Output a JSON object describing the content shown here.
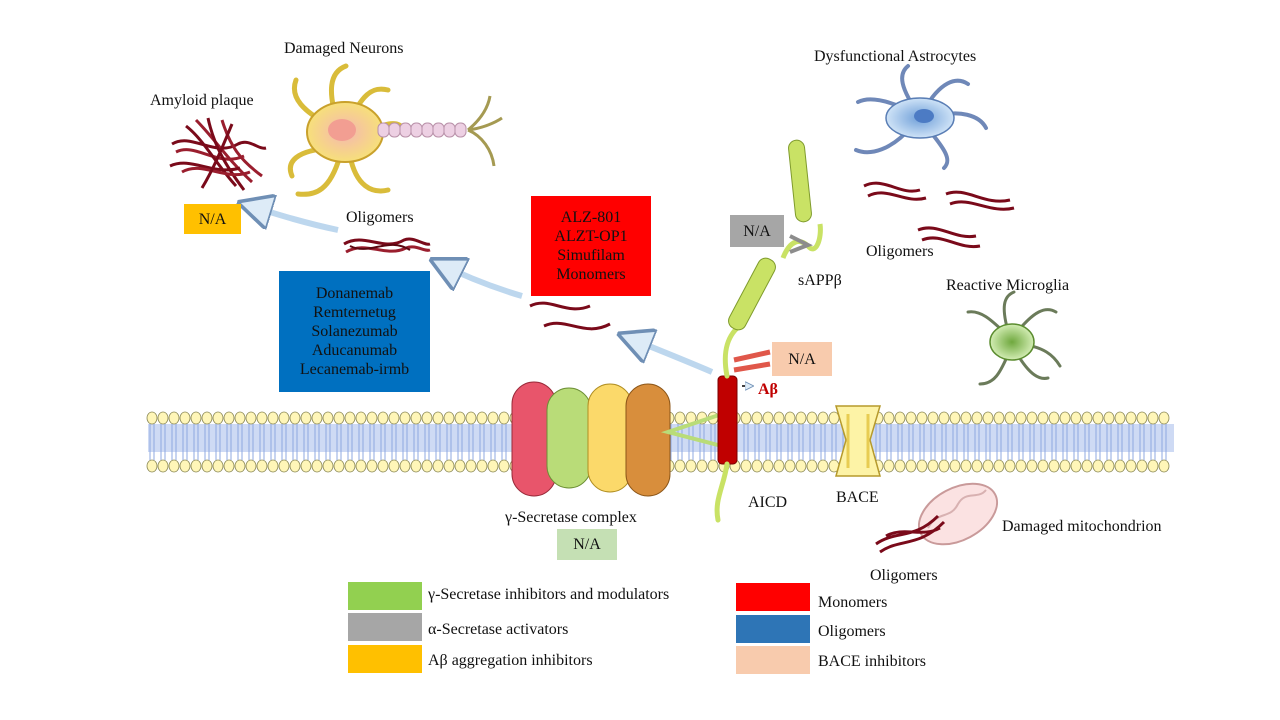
{
  "labels": {
    "damaged_neurons": "Damaged Neurons",
    "amyloid_plaque": "Amyloid plaque",
    "oligomers_top": "Oligomers",
    "dysfunctional_astrocytes": "Dysfunctional Astrocytes",
    "oligomers_astro": "Oligomers",
    "sappb": "sAPPβ",
    "reactive_microglia": "Reactive Microglia",
    "abeta": "Aβ",
    "aicd": "AICD",
    "bace": "BACE",
    "gamma_complex": "γ-Secretase complex",
    "damaged_mito": "Damaged mitochondrion",
    "oligomers_bottom": "Oligomers"
  },
  "boxes": {
    "na_plaque": {
      "text": "N/A",
      "color": "#FFC000"
    },
    "na_alpha": {
      "text": "N/A",
      "color": "#A6A6A6"
    },
    "na_bace": {
      "text": "N/A",
      "color": "#F8CBAD"
    },
    "na_gamma": {
      "text": "N/A",
      "color": "#C5E0B4"
    },
    "monomers": {
      "lines": [
        "ALZ-801",
        "ALZT-OP1",
        "Simufilam",
        "Monomers"
      ],
      "color": "#FF0000"
    },
    "oligomers": {
      "lines": [
        "Donanemab",
        "Remternetug",
        "Solanezumab",
        "Aducanumab",
        "Lecanemab-irmb"
      ],
      "color": "#0070C0"
    }
  },
  "legend": [
    {
      "label": "γ-Secretase inhibitors and modulators",
      "color": "#92D050"
    },
    {
      "label": "α-Secretase activators",
      "color": "#A6A6A6"
    },
    {
      "label": "Aβ aggregation inhibitors",
      "color": "#FFC000"
    },
    {
      "label": "Monomers",
      "color": "#FF0000"
    },
    {
      "label": "Oligomers",
      "color": "#2E75B6"
    },
    {
      "label": "BACE inhibitors",
      "color": "#F8CBAD"
    }
  ],
  "colors": {
    "membrane_head": "#FFF6B8",
    "membrane_tail": "#8FA8E0",
    "app_red": "#C00000",
    "app_green": "#C9E265",
    "fibril": "#7A0A1A",
    "arrow": "#BDD7EE"
  }
}
